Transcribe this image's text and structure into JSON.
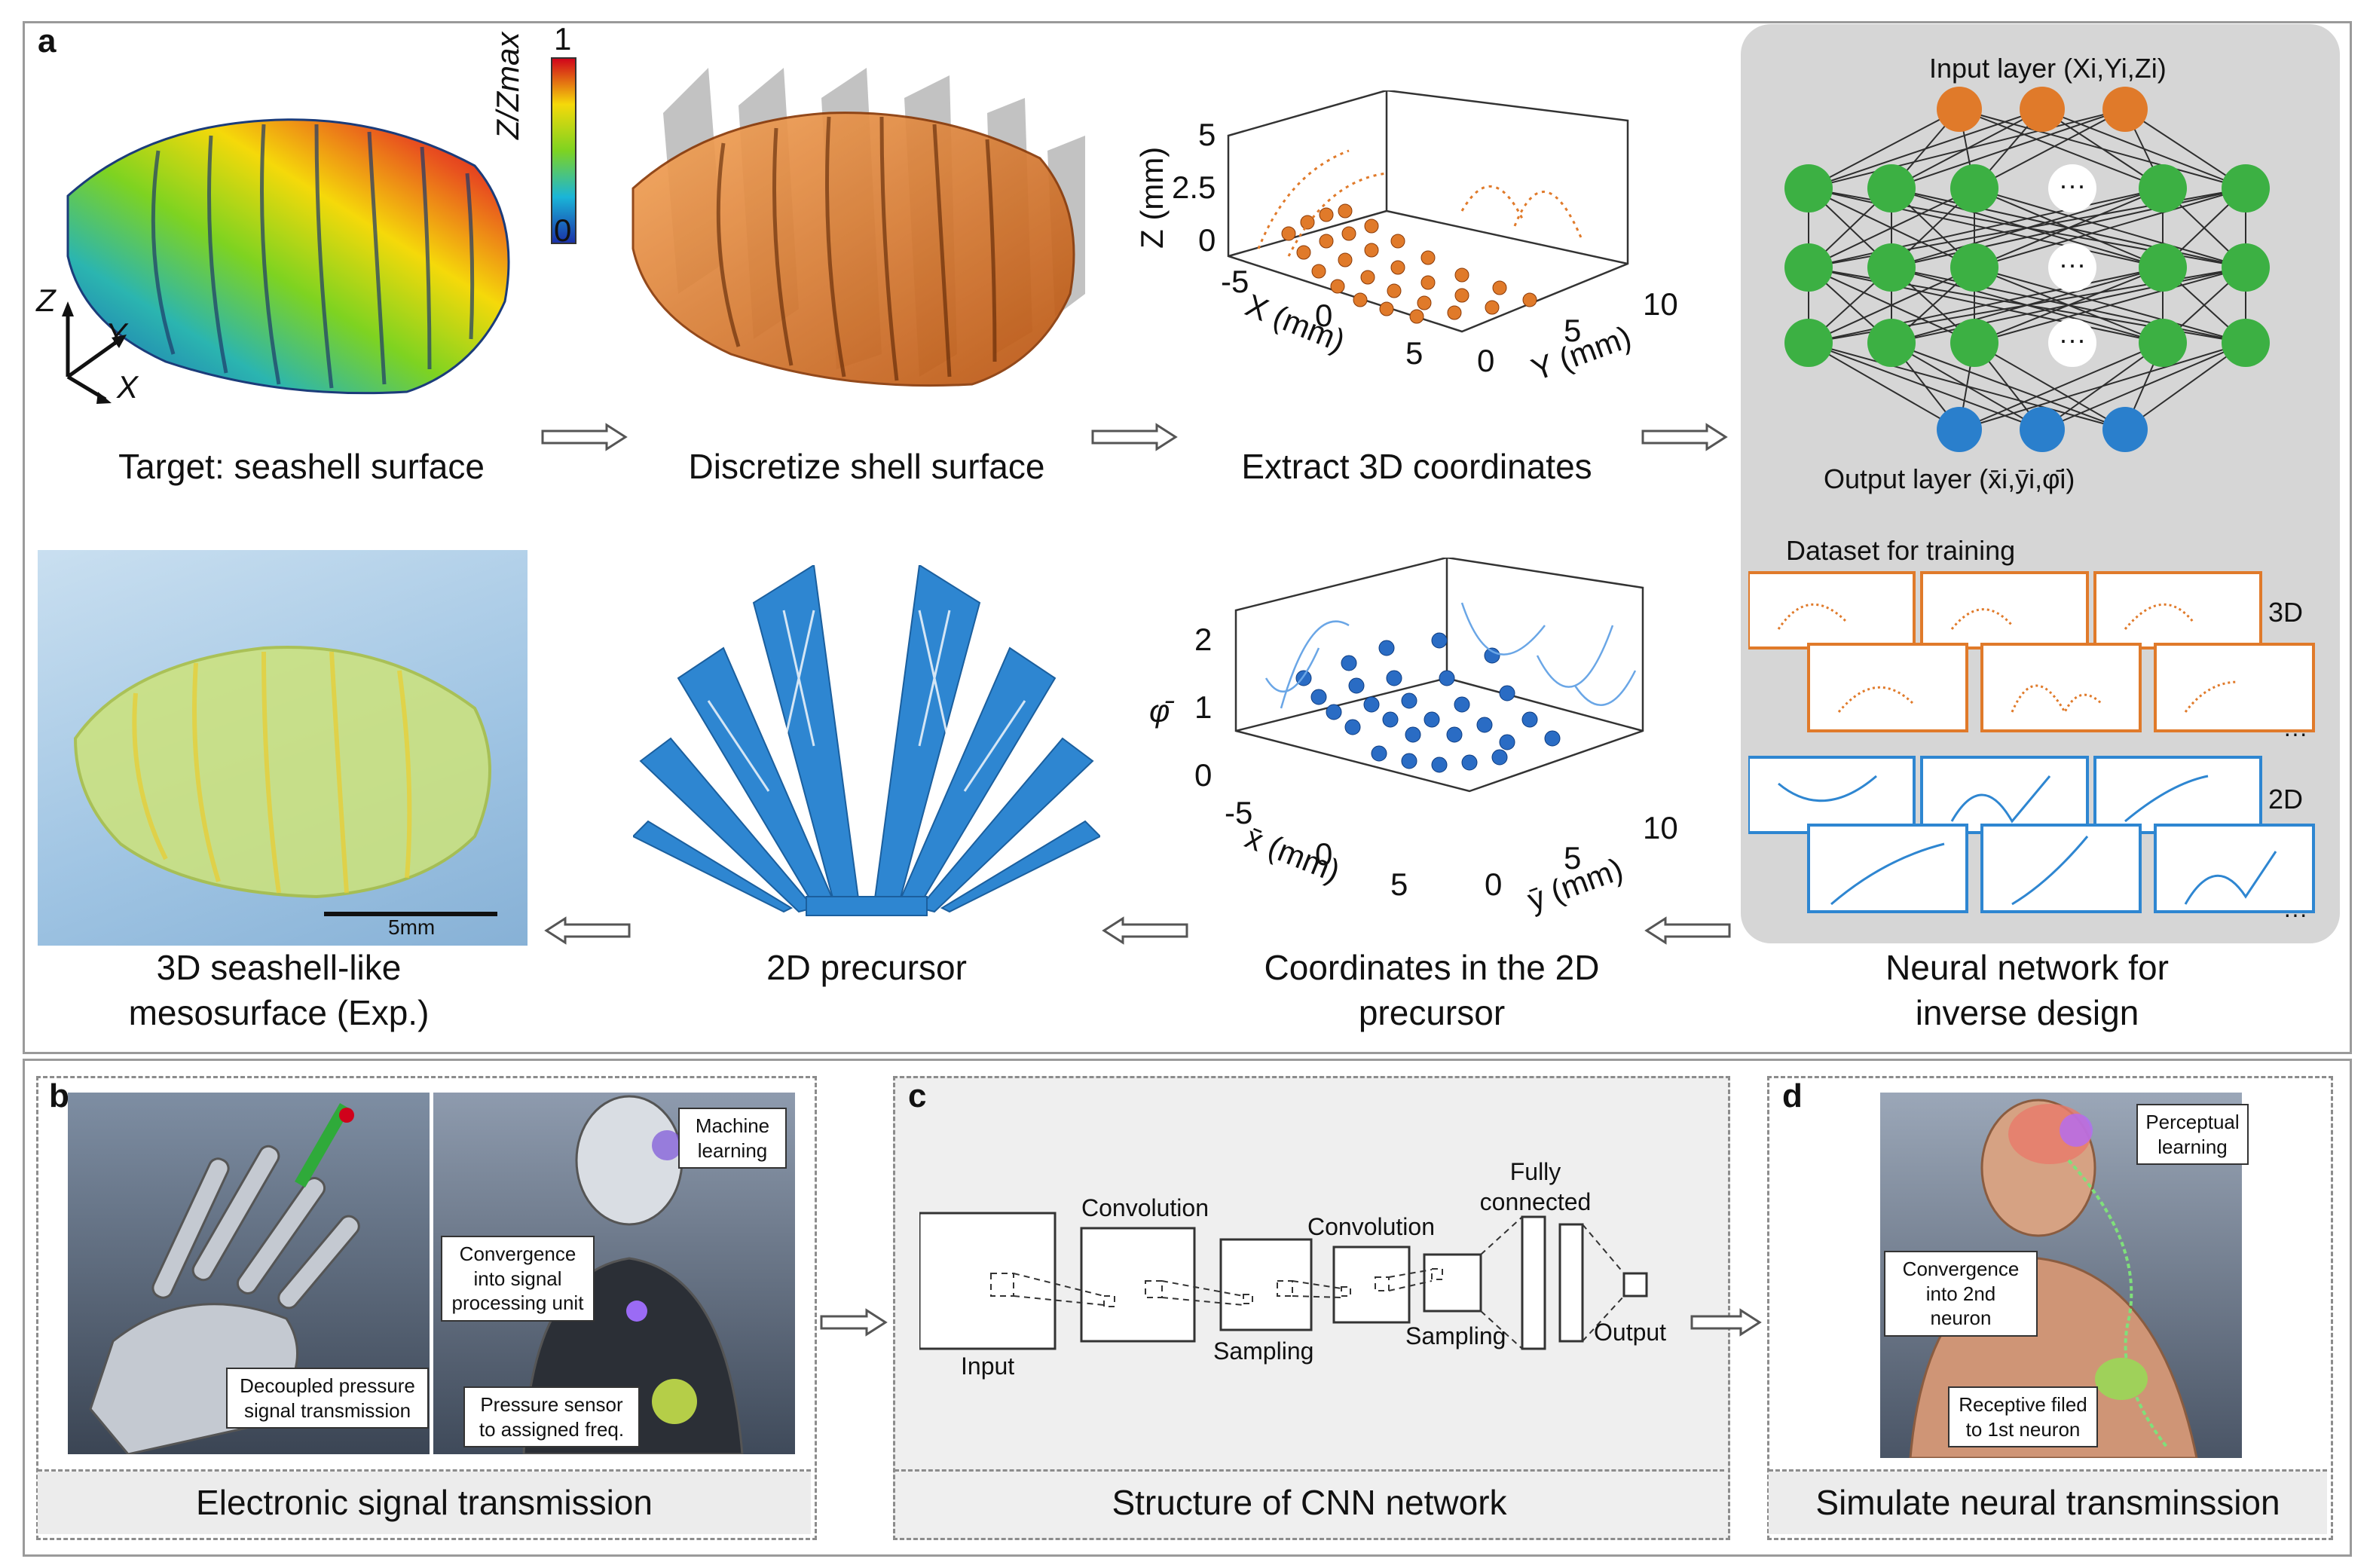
{
  "panel_a": {
    "label": "a",
    "captions": {
      "target": "Target: seashell surface",
      "discretize": "Discretize shell surface",
      "extract": "Extract 3D coordinates",
      "neural": "Neural network for inverse design",
      "coords2d": "Coordinates in the 2D precursor",
      "precursor": "2D precursor",
      "mesosurface": "3D seashell-like mesosurface (Exp.)"
    },
    "colorbar": {
      "max": "1",
      "min": "0",
      "label": "Z/Zmax"
    },
    "axes_3d": {
      "z": "Z",
      "y": "Y",
      "x": "X"
    },
    "plot3d": {
      "zlabel": "Z (mm)",
      "xlabel": "X (mm)",
      "ylabel": "Y (mm)",
      "zticks": [
        "5",
        "2.5",
        "0"
      ],
      "xticks": [
        "-5",
        "0",
        "5"
      ],
      "yticks": [
        "0",
        "5",
        "10"
      ]
    },
    "plot2d": {
      "zlabel": "φ̄",
      "xlabel": "x̄ (mm)",
      "ylabel": "ȳ (mm)",
      "zticks": [
        "2",
        "1",
        "0"
      ],
      "xticks": [
        "-5",
        "0",
        "5"
      ],
      "yticks": [
        "0",
        "5",
        "10"
      ]
    },
    "network": {
      "input_label": "Input layer (Xi,Yi,Zi)",
      "output_label": "Output layer (x̄i,ȳi,φ̄i)",
      "ellipsis": "···",
      "dataset_label": "Dataset for training",
      "tag_3d": "3D",
      "tag_2d": "2D",
      "more": "···"
    },
    "scale_bar": "5mm"
  },
  "panel_b": {
    "label": "b",
    "caption": "Electronic signal transmission",
    "notes": {
      "machine_learning": "Machine learning",
      "convergence": "Convergence into signal processing unit",
      "decoupled": "Decoupled pressure signal transmission",
      "pressure": "Pressure sensor to assigned freq."
    }
  },
  "panel_c": {
    "label": "c",
    "caption": "Structure of CNN network",
    "labels": {
      "input": "Input",
      "conv1": "Convolution",
      "sampling1": "Sampling",
      "conv2": "Convolution",
      "sampling2": "Sampling",
      "fully": "Fully connected",
      "output": "Output"
    }
  },
  "panel_d": {
    "label": "d",
    "caption": "Simulate neural transminssion",
    "notes": {
      "perceptual": "Perceptual learning",
      "convergence": "Convergence into 2nd neuron",
      "receptive": "Receptive filed to 1st neuron"
    }
  },
  "colors": {
    "orange": "#e07a2a",
    "blue": "#2e86d1",
    "green": "#3cb043",
    "node_blue": "#2a7fcc",
    "panel_grey": "#d6d6d6"
  }
}
